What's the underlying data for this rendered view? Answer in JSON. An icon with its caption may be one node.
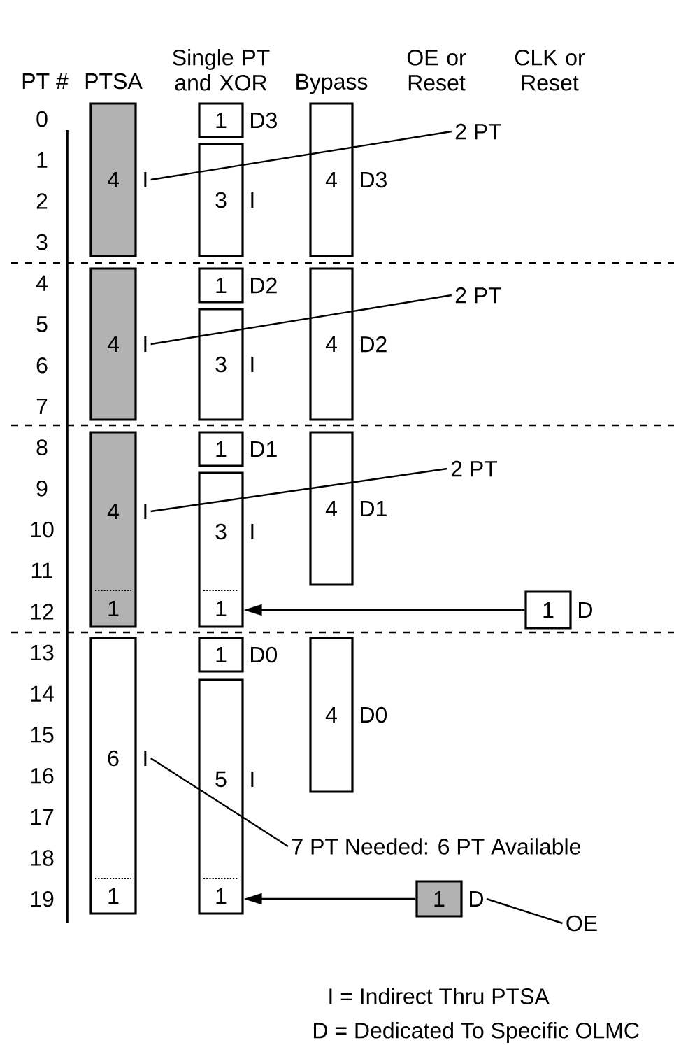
{
  "diagram": {
    "nodes": [
      {
        "text": [
          "4"
        ],
        "beside": [
          "I"
        ]
      },
      {
        "text": [
          "1"
        ],
        "beside": [
          "D3"
        ]
      },
      {
        "text": [
          "3"
        ],
        "beside": [
          "I"
        ]
      },
      {
        "text": [
          "4"
        ],
        "beside": [
          "D3"
        ]
      },
      {
        "text": [
          "2 PT"
        ]
      },
      {
        "text": [
          "4"
        ],
        "beside": [
          "I"
        ]
      },
      {
        "text": [
          "1"
        ],
        "beside": [
          "D2"
        ]
      },
      {
        "text": [
          "3"
        ],
        "beside": [
          "I"
        ]
      },
      {
        "text": [
          "4"
        ],
        "beside": [
          "D2"
        ]
      },
      {
        "text": [
          "2 PT"
        ]
      },
      {
        "text": [
          "4",
          "1"
        ],
        "beside": [
          "I"
        ]
      },
      {
        "text": [
          "1"
        ],
        "beside": [
          "D1"
        ]
      },
      {
        "text": [
          "3",
          "1"
        ],
        "beside": [
          "I"
        ]
      },
      {
        "text": [
          "4"
        ],
        "beside": [
          "D1"
        ]
      },
      {
        "text": [
          "2 PT"
        ]
      },
      {
        "text": [
          "1"
        ],
        "beside": [
          "D"
        ]
      },
      {
        "text": [
          "6",
          "1"
        ],
        "beside": [
          "I"
        ]
      },
      {
        "text": [
          "1"
        ],
        "beside": [
          "D0"
        ]
      },
      {
        "text": [
          "5",
          "1"
        ],
        "beside": [
          "I"
        ]
      },
      {
        "text": [
          "4"
        ],
        "beside": [
          "D0"
        ]
      },
      {
        "text": [
          "7 PT Needed: 6 PT Available"
        ]
      },
      {
        "text": [
          "1"
        ],
        "beside": [
          "D"
        ]
      },
      {
        "text": [
          "OE"
        ]
      }
    ],
    "edges": [
      {
        "from": 4,
        "to": 0,
        "arrow": "none"
      },
      {
        "from": 9,
        "to": 5,
        "arrow": "none"
      },
      {
        "from": 14,
        "to": 10,
        "arrow": "none"
      },
      {
        "from": 15,
        "to": 12,
        "arrow": "to"
      },
      {
        "from": 20,
        "to": 16,
        "arrow": "none"
      },
      {
        "from": 21,
        "to": 18,
        "arrow": "to"
      },
      {
        "from": 22,
        "to": 21,
        "arrow": "none"
      }
    ],
    "labels": [
      "PT #",
      "PTSA",
      "Single PT and XOR",
      "Bypass",
      "OE or Reset",
      "CLK or Reset",
      "0",
      "1",
      "2",
      "3",
      "4",
      "5",
      "6",
      "7",
      "8",
      "9",
      "10",
      "11",
      "12",
      "13",
      "14",
      "15",
      "16",
      "17",
      "18",
      "19",
      "I = Indirect Thru PTSA",
      "D = Dedicated To Specific OLMC"
    ]
  }
}
